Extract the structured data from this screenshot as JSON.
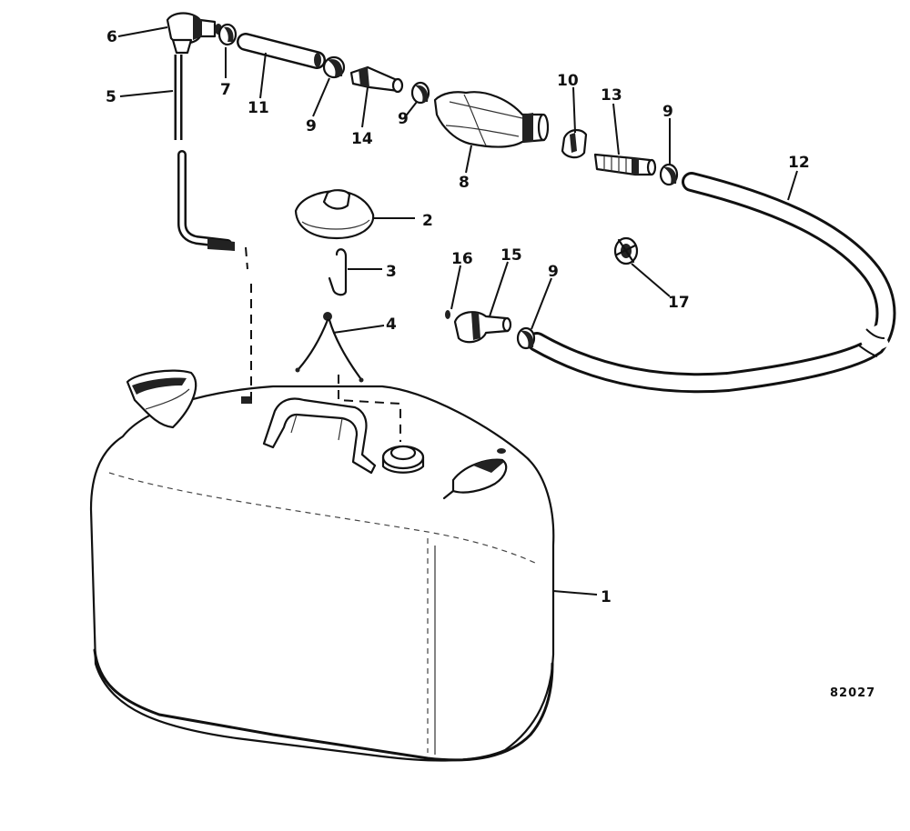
{
  "figure_number": "82027",
  "callouts": {
    "c1": "1",
    "c2": "2",
    "c3": "3",
    "c4": "4",
    "c5": "5",
    "c6": "6",
    "c7": "7",
    "c8": "8",
    "c9a": "9",
    "c9b": "9",
    "c9c": "9",
    "c9d": "9",
    "c10": "10",
    "c11": "11",
    "c12": "12",
    "c13": "13",
    "c14": "14",
    "c15": "15",
    "c16": "16",
    "c17": "17"
  }
}
